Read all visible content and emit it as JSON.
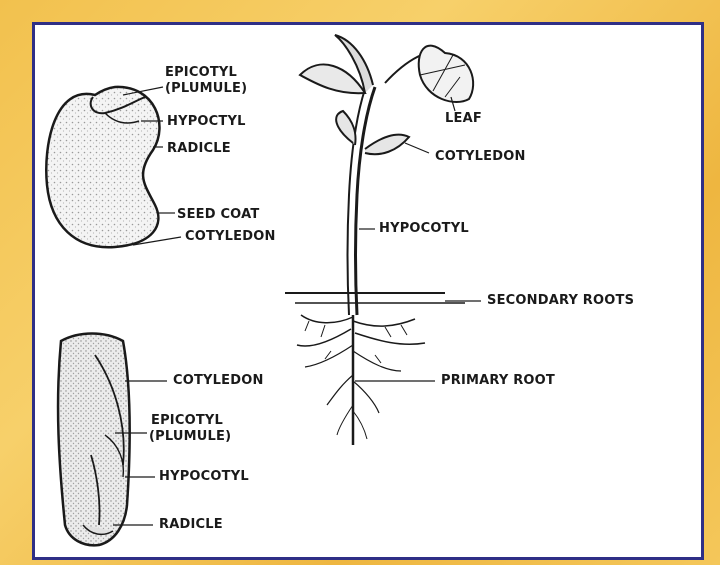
{
  "bean_seed": {
    "epicotyl": "EPICOTYL",
    "plumule": "(PLUMULE)",
    "hypocotyl": "HYPOCTYL",
    "radicle": "RADICLE",
    "seed_coat": "SEED COAT",
    "cotyledon": "COTYLEDON"
  },
  "seedling": {
    "leaf": "LEAF",
    "cotyledon": "COTYLEDON",
    "hypocotyl": "HYPOCOTYL",
    "secondary_roots": "SECONDARY ROOTS",
    "primary_root": "PRIMARY ROOT"
  },
  "corn_seed": {
    "cotyledon": "COTYLEDON",
    "epicotyl": "EPICOTYL",
    "plumule": "(PLUMULE)",
    "hypocotyl": "HYPOCOTYL",
    "radicle": "RADICLE"
  },
  "colors": {
    "background": "#f2c14e",
    "frame_border": "#2f2f86",
    "ink": "#1a1a1a"
  }
}
